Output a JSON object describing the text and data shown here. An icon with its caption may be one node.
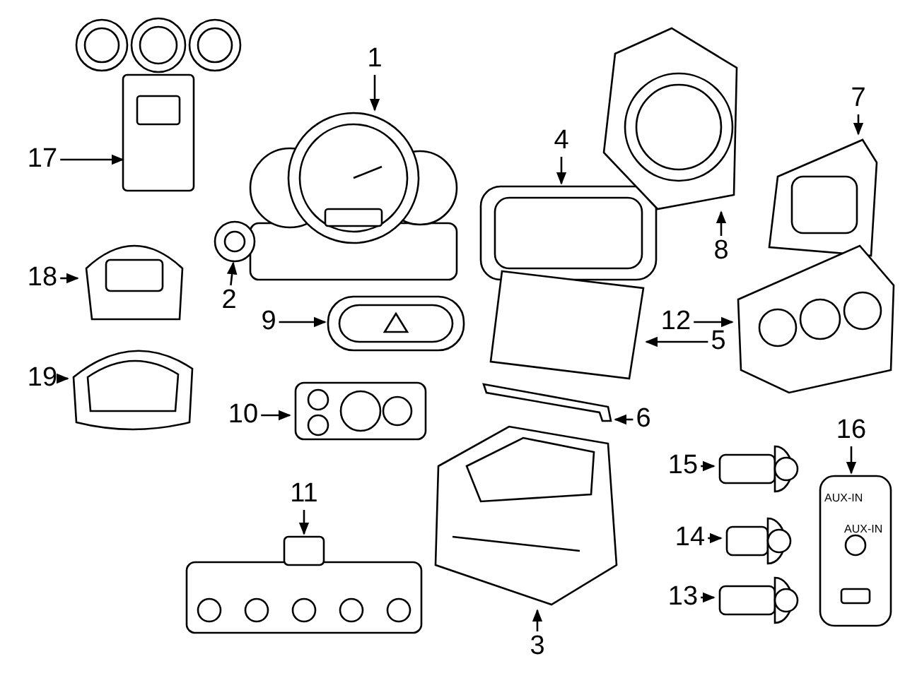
{
  "diagram": {
    "nodes": [
      {
        "text": [
          "1"
        ]
      },
      {
        "text": [
          "2"
        ]
      },
      {
        "text": [
          "3"
        ]
      },
      {
        "text": [
          "4"
        ]
      },
      {
        "text": [
          "5"
        ]
      },
      {
        "text": [
          "6"
        ]
      },
      {
        "text": [
          "7"
        ]
      },
      {
        "text": [
          "8"
        ]
      },
      {
        "text": [
          "9"
        ]
      },
      {
        "text": [
          "10"
        ]
      },
      {
        "text": [
          "11"
        ]
      },
      {
        "text": [
          "12"
        ]
      },
      {
        "text": [
          "13"
        ]
      },
      {
        "text": [
          "14"
        ]
      },
      {
        "text": [
          "15"
        ]
      },
      {
        "text": [
          "16"
        ]
      },
      {
        "text": [
          "17"
        ]
      },
      {
        "text": [
          "18"
        ]
      },
      {
        "text": [
          "19"
        ]
      },
      {
        "text": [],
        "shape": "picture"
      },
      {
        "text": [],
        "shape": "picture"
      },
      {
        "text": [],
        "shape": "picture"
      },
      {
        "text": [],
        "shape": "picture"
      },
      {
        "text": [],
        "shape": "picture"
      },
      {
        "text": [],
        "shape": "picture"
      },
      {
        "text": [],
        "shape": "picture"
      },
      {
        "text": [],
        "shape": "picture"
      },
      {
        "text": [],
        "shape": "picture"
      },
      {
        "text": [],
        "shape": "picture"
      },
      {
        "text": [],
        "shape": "picture"
      },
      {
        "text": [],
        "shape": "picture"
      },
      {
        "text": [],
        "shape": "picture"
      },
      {
        "text": [],
        "shape": "picture"
      },
      {
        "text": [],
        "shape": "picture"
      },
      {
        "text": [],
        "shape": "picture"
      },
      {
        "text": [],
        "shape": "picture"
      },
      {
        "text": [],
        "shape": "picture"
      },
      {
        "text": [],
        "shape": "picture"
      }
    ],
    "edges": [
      {
        "from": 0,
        "to": 19,
        "arrow": "to"
      },
      {
        "from": 1,
        "to": 20,
        "arrow": "to"
      },
      {
        "from": 2,
        "to": 21,
        "arrow": "to"
      },
      {
        "from": 3,
        "to": 22,
        "arrow": "to"
      },
      {
        "from": 4,
        "to": 23,
        "arrow": "to"
      },
      {
        "from": 5,
        "to": 24,
        "arrow": "to"
      },
      {
        "from": 6,
        "to": 25,
        "arrow": "to"
      },
      {
        "from": 7,
        "to": 26,
        "arrow": "to"
      },
      {
        "from": 8,
        "to": 27,
        "arrow": "to"
      },
      {
        "from": 9,
        "to": 28,
        "arrow": "to"
      },
      {
        "from": 10,
        "to": 29,
        "arrow": "to"
      },
      {
        "from": 11,
        "to": 30,
        "arrow": "to"
      },
      {
        "from": 12,
        "to": 31,
        "arrow": "to"
      },
      {
        "from": 13,
        "to": 32,
        "arrow": "to"
      },
      {
        "from": 14,
        "to": 33,
        "arrow": "to"
      },
      {
        "from": 15,
        "to": 34,
        "arrow": "to"
      },
      {
        "from": 16,
        "to": 35,
        "arrow": "to"
      },
      {
        "from": 17,
        "to": 36,
        "arrow": "to"
      },
      {
        "from": 18,
        "to": 37,
        "arrow": "to"
      }
    ],
    "labels": [
      "AUX-IN",
      "AUX-IN"
    ]
  }
}
